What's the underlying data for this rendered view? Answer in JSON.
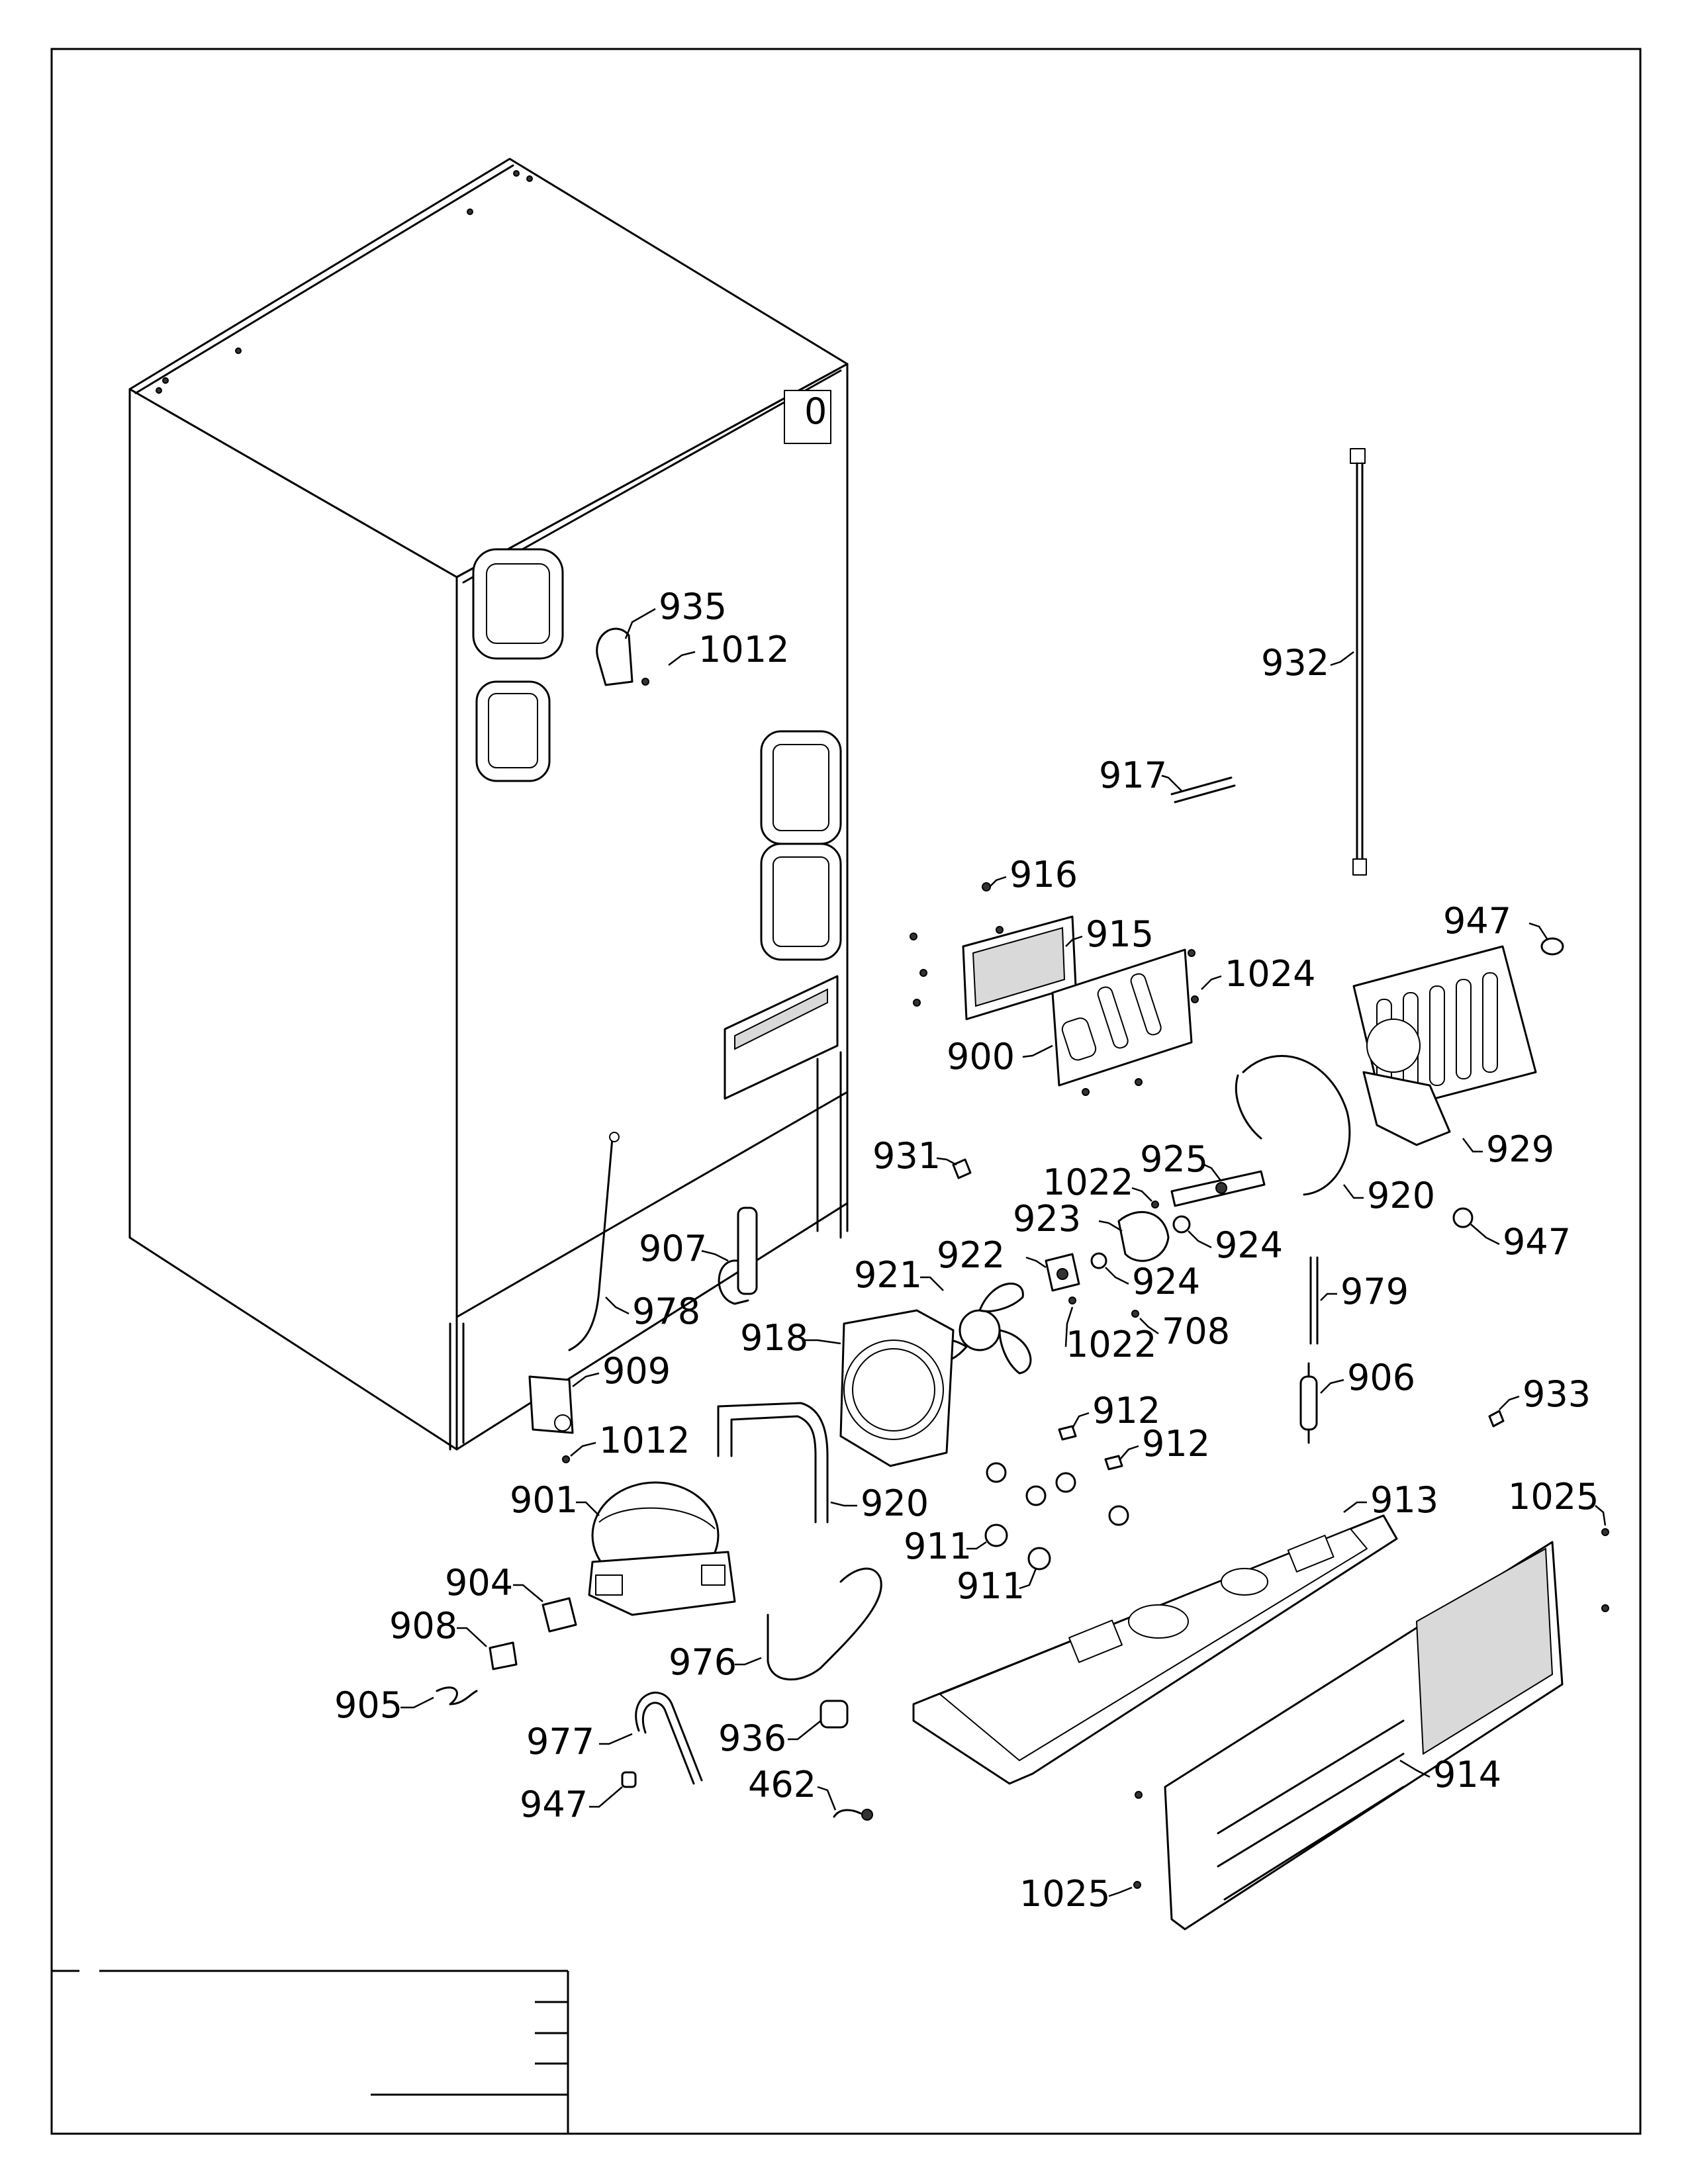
{
  "diagram": {
    "callouts": {
      "c935": "935",
      "c1012a": "1012",
      "c932": "932",
      "c917": "917",
      "c916": "916",
      "c915": "915",
      "c947a": "947",
      "c1024": "1024",
      "c900": "900",
      "c929": "929",
      "c931": "931",
      "c925": "925",
      "c1022a": "1022",
      "c920a": "920",
      "c923": "923",
      "c924a": "924",
      "c947b": "947",
      "c907": "907",
      "c922": "922",
      "c921": "921",
      "c924b": "924",
      "c979": "979",
      "c978": "978",
      "c1022b": "1022",
      "c708": "708",
      "c918": "918",
      "c906": "906",
      "c909": "909",
      "c933": "933",
      "c912a": "912",
      "c1012b": "1012",
      "c912b": "912",
      "c901": "901",
      "c920b": "920",
      "c913": "913",
      "c1025a": "1025",
      "c911a": "911",
      "c904": "904",
      "c911b": "911",
      "c908": "908",
      "c976": "976",
      "c905": "905",
      "c977": "977",
      "c936": "936",
      "c947c": "947",
      "c462": "462",
      "c914": "914",
      "c1025b": "1025"
    }
  }
}
